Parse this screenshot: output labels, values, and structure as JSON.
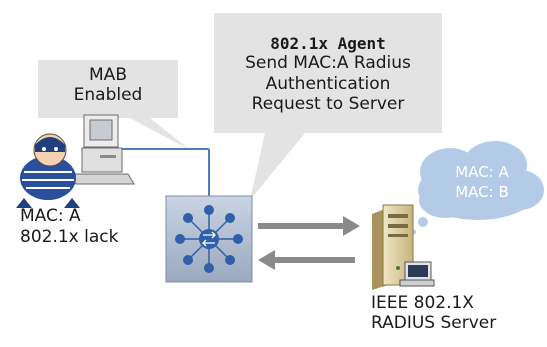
{
  "mab_callout": {
    "line1": "MAB",
    "line2": "Enabled"
  },
  "agent_callout": {
    "title": "802.1x Agent",
    "line1": "Send MAC:A Radius",
    "line2": "Authentication",
    "line3": "Request to Server"
  },
  "client": {
    "line1": "MAC: A",
    "line2": "802.1x lack"
  },
  "cloud": {
    "line1": "MAC: A",
    "line2": "MAC: B"
  },
  "server": {
    "line1": "IEEE 802.1X",
    "line2": "RADIUS Server"
  },
  "colors": {
    "callout_fill": "#e3e3e3",
    "cloud_fill": "#b4cbe8",
    "link_line": "#4a7ec0",
    "arrow": "#8a8a8a",
    "switch_blue": "#2f5fa8"
  }
}
